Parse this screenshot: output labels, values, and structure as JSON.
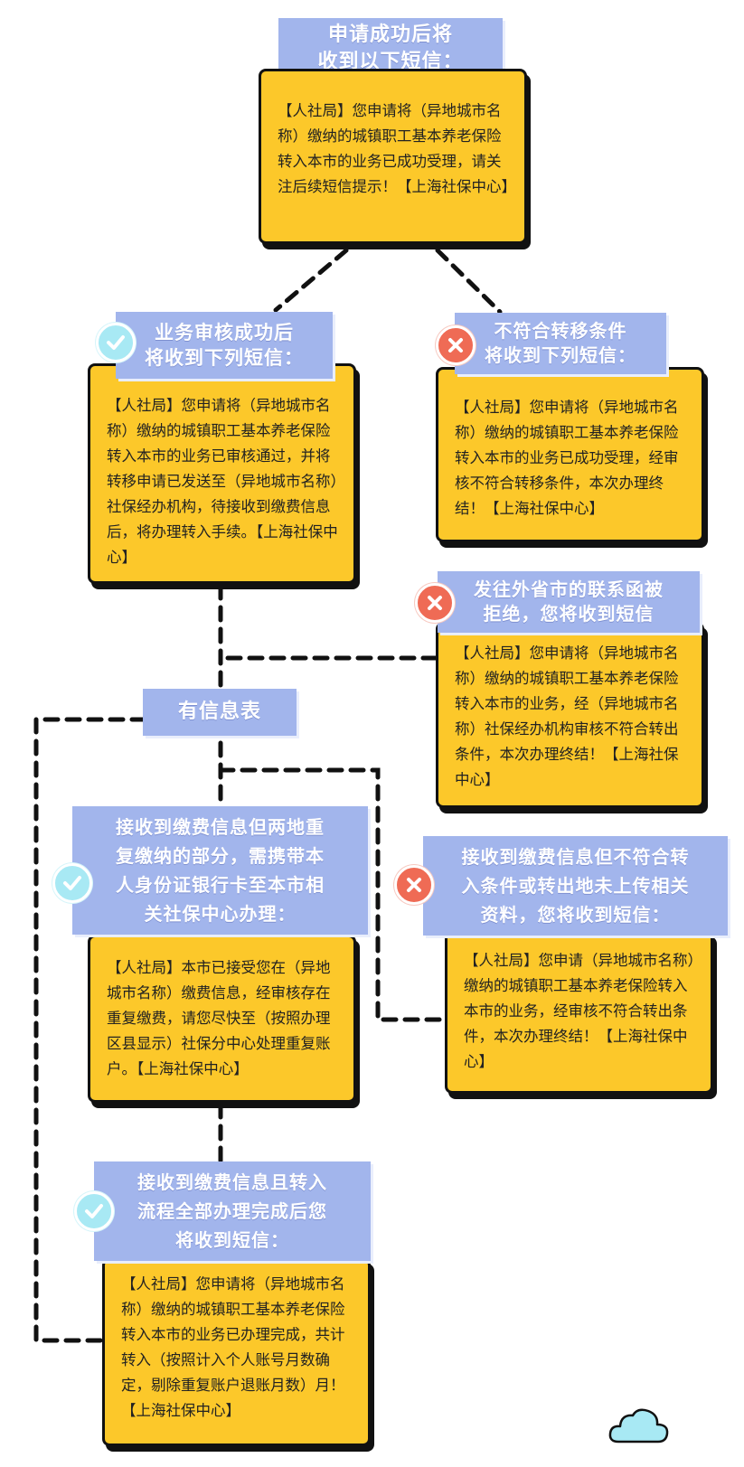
{
  "nodes": {
    "success_title": "申请成功后将\n收到以下短信：",
    "success_msg": "【人社局】您申请将（异地城市名称）缴纳的城镇职工基本养老保险转入本市的业务已成功受理，请关注后续短信提示！【上海社保中心】",
    "review_ok_title": "业务审核成功后\n将收到下列短信：",
    "review_ok_msg": "【人社局】您申请将（异地城市名称）缴纳的城镇职工基本养老保险转入本市的业务已审核通过，并将转移申请已发送至（异地城市名称）社保经办机构，待接收到缴费信息后，将办理转入手续。【上海社保中心】",
    "not_eligible_title": "不符合转移条件\n将收到下列短信：",
    "not_eligible_msg": "【人社局】您申请将（异地城市名称）缴纳的城镇职工基本养老保险转入本市的业务已成功受理，经审核不符合转移条件，本次办理终结！【上海社保中心】",
    "rejected_title": "发往外省市的联系函被\n拒绝，您将收到短信",
    "rejected_msg": "【人社局】您申请将（异地城市名称）缴纳的城镇职工基本养老保险转入本市的业务，经（异地城市名称）社保经办机构审核不符合转出条件，本次办理终结！【上海社保中心】",
    "info_table_label": "有信息表",
    "duplicate_title": "接收到缴费信息但两地重\n复缴纳的部分，需携带本\n人身份证银行卡至本市相\n关社保中心办理：",
    "duplicate_msg": "【人社局】本市已接受您在（异地城市名称）缴费信息，经审核存在重复缴费，请您尽快至（按照办理区县显示）社保分中心处理重复账户。【上海社保中心】",
    "transfer_fail_title": "接收到缴费信息但不符合转\n入条件或转出地未上传相关\n资料，您将收到短信：",
    "transfer_fail_msg": "【人社局】您申请（异地城市名称）缴纳的城镇职工基本养老保险转入本市的业务，经审核不符合转出条件，本次办理终结！【上海社保中心】",
    "complete_title": "接收到缴费信息且转入\n流程全部办理完成后您\n将收到短信：",
    "complete_msg": "【人社局】您申请将（异地城市名称）缴纳的城镇职工基本养老保险转入本市的业务已办理完成，共计转入（按照计入个人账号月数确定，剔除重复账户退账月数）月！【上海社保中心】"
  },
  "badges": {
    "ok_icon": "check-icon",
    "no_icon": "x-icon",
    "ok_color": "#a8e9f4",
    "no_color": "#ef6b55"
  },
  "colors": {
    "title_bg": "#a2b5ec",
    "box_bg": "#fcc82a",
    "border": "#111111"
  }
}
